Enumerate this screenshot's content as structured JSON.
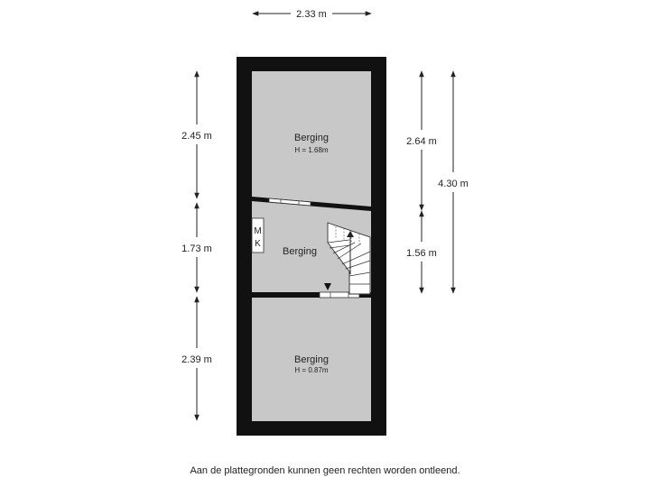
{
  "dimensions": {
    "width_top": "2.33 m",
    "left_upper": "2.45 m",
    "left_middle": "1.73 m",
    "left_lower": "2.39 m",
    "right_upper": "2.64 m",
    "right_middle": "1.56 m",
    "right_total": "4.30 m"
  },
  "rooms": [
    {
      "name": "Berging",
      "height": "H = 1.68m"
    },
    {
      "name": "Berging",
      "height": ""
    },
    {
      "name": "Berging",
      "height": "H = 0.87m"
    }
  ],
  "fixtures": {
    "meter_cupboard": [
      "M",
      "K"
    ]
  },
  "disclaimer": "Aan de plattegronden kunnen geen rechten worden ontleend."
}
